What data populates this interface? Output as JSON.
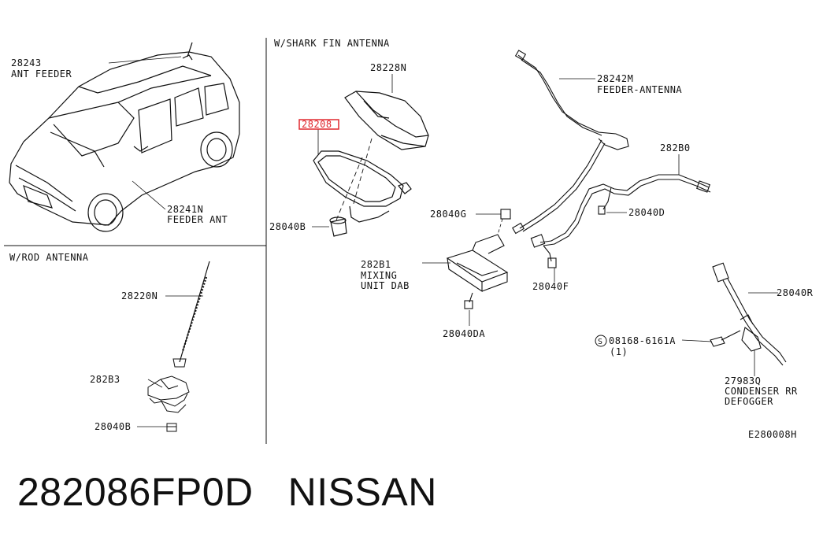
{
  "panels": {
    "rod_antenna": "W/ROD ANTENNA",
    "shark_fin": "W/SHARK FIN ANTENNA"
  },
  "callouts": {
    "ant_feeder_num": "28243",
    "ant_feeder_name": "ANT FEEDER",
    "feeder_ant_num": "28241N",
    "feeder_ant_name": "FEEDER ANT",
    "rod": "28220N",
    "rod_base": "282B3",
    "rod_clip": "28040B",
    "fin_cover": "28228N",
    "fin_antenna": "28208",
    "fin_clip": "28040B",
    "feeder_antenna_num": "28242M",
    "feeder_antenna_name": "FEEDER-ANTENNA",
    "clip_g": "28040G",
    "harness": "282B0",
    "clip_d": "28040D",
    "mixing_num": "282B1",
    "mixing_l1": "MIXING",
    "mixing_l2": "UNIT DAB",
    "clip_f": "28040F",
    "clip_da": "28040DA",
    "clip_r": "28040R",
    "bolt_num": "08168-6161A",
    "bolt_qty": "(1)",
    "bolt_symbol": "S",
    "condenser_num": "27983Q",
    "condenser_l1": "CONDENSER RR",
    "condenser_l2": "DEFOGGER"
  },
  "figure_code": "E280008H",
  "footer": {
    "part_number": "282086FP0D",
    "brand": "NISSAN"
  },
  "colors": {
    "highlight": "#e0282e"
  }
}
